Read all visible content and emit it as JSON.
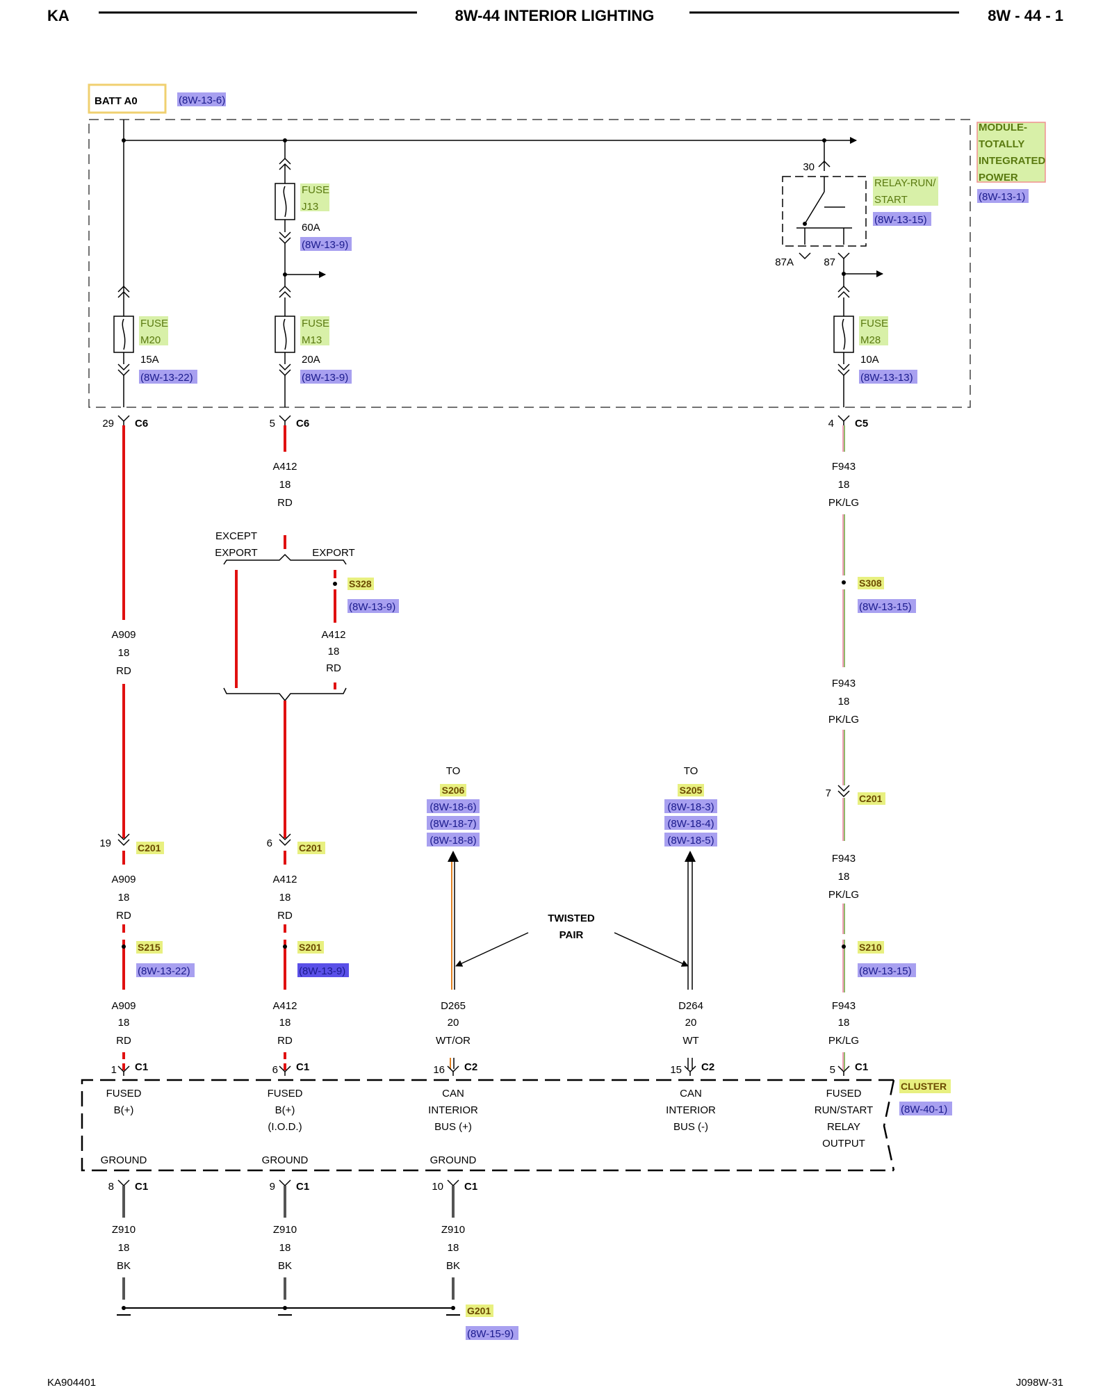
{
  "header": {
    "left": "KA",
    "title": "8W-44 INTERIOR LIGHTING",
    "right": "8W - 44 - 1"
  },
  "footer": {
    "left": "KA904401",
    "right": "J098W-31"
  },
  "batt": {
    "label": "BATT A0",
    "ref": "(8W-13-6)"
  },
  "tipm": {
    "lines": [
      "MODULE-",
      "TOTALLY",
      "INTEGRATED",
      "POWER"
    ],
    "ref": "(8W-13-1)"
  },
  "relay": {
    "lines": [
      "RELAY-RUN/",
      "START"
    ],
    "ref": "(8W-13-15)",
    "pin30": "30",
    "pin87a": "87A",
    "pin87": "87"
  },
  "fuses": {
    "j13": {
      "lines": [
        "FUSE",
        "J13"
      ],
      "amp": "60A",
      "ref": "(8W-13-9)"
    },
    "m20": {
      "lines": [
        "FUSE",
        "M20"
      ],
      "amp": "15A",
      "ref": "(8W-13-22)"
    },
    "m13": {
      "lines": [
        "FUSE",
        "M13"
      ],
      "amp": "20A",
      "ref": "(8W-13-9)"
    },
    "m28": {
      "lines": [
        "FUSE",
        "M28"
      ],
      "amp": "10A",
      "ref": "(8W-13-13)"
    }
  },
  "top_connectors": [
    {
      "pin": "29",
      "name": "C6"
    },
    {
      "pin": "5",
      "name": "C6"
    },
    {
      "pin": "4",
      "name": "C5"
    }
  ],
  "wires": {
    "a412_top": [
      "A412",
      "18",
      "RD"
    ],
    "f943_top": [
      "F943",
      "18",
      "PK/LG"
    ],
    "a909_mid": [
      "A909",
      "18",
      "RD"
    ],
    "a412_export": [
      "A412",
      "18",
      "RD"
    ],
    "f943_mid": [
      "F943",
      "18",
      "PK/LG"
    ],
    "a909_c201": [
      "A909",
      "18",
      "RD"
    ],
    "a412_c201": [
      "A412",
      "18",
      "RD"
    ],
    "f943_c201": [
      "F943",
      "18",
      "PK/LG"
    ],
    "a909_bot": [
      "A909",
      "18",
      "RD"
    ],
    "a412_bot": [
      "A412",
      "18",
      "RD"
    ],
    "d265": [
      "D265",
      "20",
      "WT/OR"
    ],
    "d264": [
      "D264",
      "20",
      "WT"
    ],
    "f943_bot": [
      "F943",
      "18",
      "PK/LG"
    ],
    "z910_1": [
      "Z910",
      "18",
      "BK"
    ],
    "z910_2": [
      "Z910",
      "18",
      "BK"
    ],
    "z910_3": [
      "Z910",
      "18",
      "BK"
    ]
  },
  "variants": {
    "except_export": [
      "EXCEPT",
      "EXPORT"
    ],
    "export": "EXPORT"
  },
  "splices": {
    "s328": {
      "name": "S328",
      "ref": "(8W-13-9)"
    },
    "s308": {
      "name": "S308",
      "ref": "(8W-13-15)"
    },
    "s215": {
      "name": "S215",
      "ref": "(8W-13-22)"
    },
    "s201": {
      "name": "S201",
      "ref": "(8W-13-9)"
    },
    "s210": {
      "name": "S210",
      "ref": "(8W-13-15)"
    }
  },
  "c201": [
    {
      "pin": "19",
      "name": "C201"
    },
    {
      "pin": "6",
      "name": "C201"
    },
    {
      "pin": "7",
      "name": "C201"
    }
  ],
  "to_s206": {
    "to": "TO",
    "name": "S206",
    "refs": [
      "(8W-18-6)",
      "(8W-18-7)",
      "(8W-18-8)"
    ]
  },
  "to_s205": {
    "to": "TO",
    "name": "S205",
    "refs": [
      "(8W-18-3)",
      "(8W-18-4)",
      "(8W-18-5)"
    ]
  },
  "twisted_pair": [
    "TWISTED",
    "PAIR"
  ],
  "cluster_connectors": [
    {
      "pin": "1",
      "name": "C1"
    },
    {
      "pin": "6",
      "name": "C1"
    },
    {
      "pin": "16",
      "name": "C2"
    },
    {
      "pin": "15",
      "name": "C2"
    },
    {
      "pin": "5",
      "name": "C1"
    }
  ],
  "cluster": {
    "name": "CLUSTER",
    "ref": "(8W-40-1)",
    "pins": [
      [
        "FUSED",
        "B(+)"
      ],
      [
        "FUSED",
        "B(+)",
        "(I.O.D.)"
      ],
      [
        "CAN",
        "INTERIOR",
        "BUS (+)"
      ],
      [
        "CAN",
        "INTERIOR",
        "BUS (-)"
      ],
      [
        "FUSED",
        "RUN/START",
        "RELAY",
        "OUTPUT"
      ]
    ],
    "ground_labels": [
      "GROUND",
      "GROUND",
      "GROUND"
    ]
  },
  "ground_connectors": [
    {
      "pin": "8",
      "name": "C1"
    },
    {
      "pin": "9",
      "name": "C1"
    },
    {
      "pin": "10",
      "name": "C1"
    }
  ],
  "g201": {
    "name": "G201",
    "ref": "(8W-15-9)"
  },
  "colors": {
    "red_wire": "#e01010",
    "pink_wire": "#f0a0b8",
    "green_wire": "#70c050",
    "orange_wire": "#e08020",
    "ref_bg": "#a8a0f0",
    "green_bg": "#d8f0a8",
    "splice_bg": "#e8f080"
  }
}
